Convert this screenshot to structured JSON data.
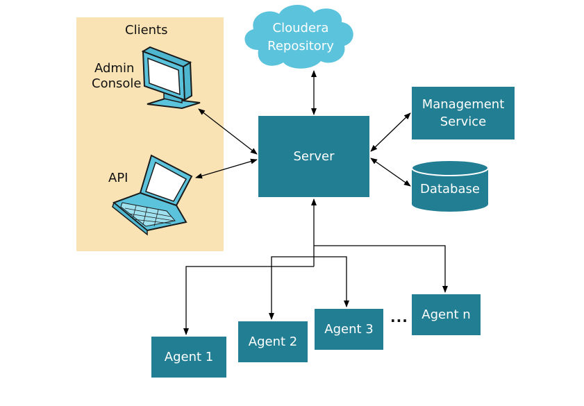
{
  "clients": {
    "title": "Clients",
    "admin_console_line1": "Admin",
    "admin_console_line2": "Console",
    "api_label": "API"
  },
  "repository": {
    "line1": "Cloudera",
    "line2": "Repository"
  },
  "server": {
    "label": "Server"
  },
  "management_service": {
    "line1": "Management",
    "line2": "Service"
  },
  "database": {
    "label": "Database"
  },
  "agents": {
    "agent_1": "Agent 1",
    "agent_2": "Agent 2",
    "agent_3": "Agent 3",
    "agent_n": "Agent n",
    "ellipsis": "..."
  },
  "colors": {
    "box_fill": "#227e93",
    "cloud_fill": "#5bc3dc",
    "clients_panel": "#f9e3b4",
    "box_text": "#ffffff"
  }
}
